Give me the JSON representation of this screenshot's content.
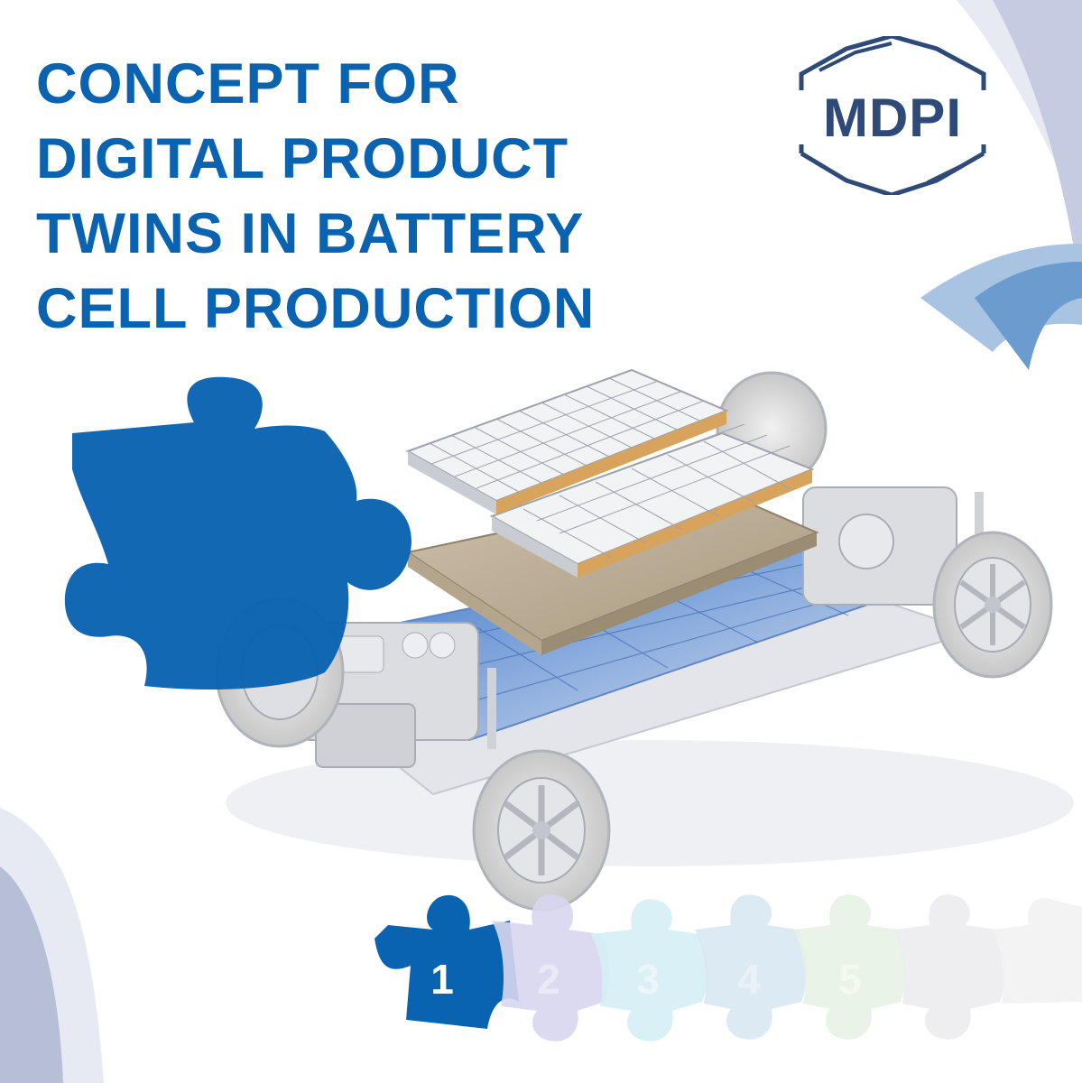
{
  "title": {
    "lines": [
      "CONCEPT FOR",
      "DIGITAL PRODUCT",
      "TWINS IN BATTERY",
      "CELL PRODUCTION"
    ]
  },
  "logo": {
    "text": "MDPI"
  },
  "puzzle_sequence": {
    "items": [
      "1",
      "2",
      "3",
      "4",
      "5"
    ]
  },
  "colors": {
    "title_blue": "#0a63b0",
    "logo_navy": "#2e4a78",
    "puzzle_blue": "#0a63b0",
    "arc_light": "#e4e8f2",
    "arc_mid": "#b3bdd6",
    "arc_steel": "#7ea6d2"
  },
  "icons": {
    "big_piece": "puzzle-piece-icon",
    "car": "electric-car-chassis-illustration",
    "logo_frame": "hexagon-frame-icon"
  }
}
